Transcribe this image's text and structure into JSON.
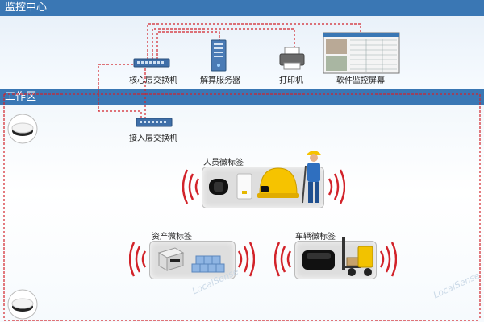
{
  "sections": {
    "monitor": "监控中心",
    "work": "工作区"
  },
  "devices": {
    "core_switch": "核心层交换机",
    "server": "解算服务器",
    "printer": "打印机",
    "screen": "软件监控屏幕",
    "access_switch": "接入层交换机"
  },
  "tags": {
    "personnel": "人员微标签",
    "asset": "资产微标签",
    "vehicle": "车辆微标签"
  },
  "watermark": "LocalSense",
  "colors": {
    "band": "#3a77b4",
    "wire": "#d2232a",
    "wave": "#d2232a"
  }
}
